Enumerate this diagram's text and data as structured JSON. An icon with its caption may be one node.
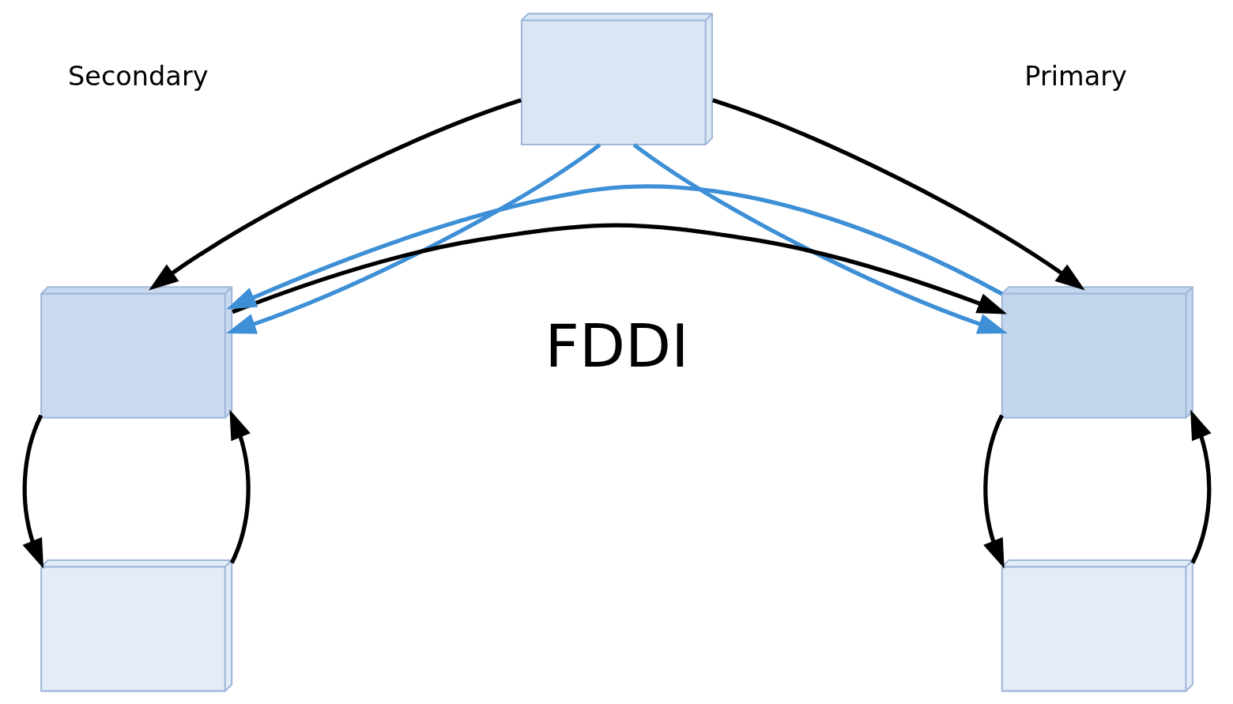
{
  "diagram": {
    "nodes": [
      {
        "text": [],
        "shape": "picture"
      },
      {
        "text": [],
        "shape": "picture"
      },
      {
        "text": [],
        "shape": "picture"
      },
      {
        "text": [],
        "shape": "picture"
      },
      {
        "text": [],
        "shape": "picture"
      }
    ],
    "edges": [
      {
        "from": 0,
        "to": 1,
        "arrow": "to"
      },
      {
        "from": 0,
        "to": 1,
        "arrow": "to",
        "color": "#3d8fd6"
      },
      {
        "from": 0,
        "to": 2,
        "arrow": "to",
        "color": "#3d8fd6"
      },
      {
        "from": 0,
        "to": 2,
        "arrow": "to"
      },
      {
        "from": 1,
        "to": 2,
        "arrow": "to"
      },
      {
        "from": 2,
        "to": 1,
        "arrow": "to",
        "color": "#3d8fd6"
      },
      {
        "from": 3,
        "to": 1,
        "arrow": "to"
      },
      {
        "from": 1,
        "to": 3,
        "arrow": "to"
      },
      {
        "from": 4,
        "to": 2,
        "arrow": "to"
      },
      {
        "from": 2,
        "to": 4,
        "arrow": "to"
      }
    ],
    "labels": [
      "Secondary",
      "Primary",
      "FDDI"
    ]
  }
}
